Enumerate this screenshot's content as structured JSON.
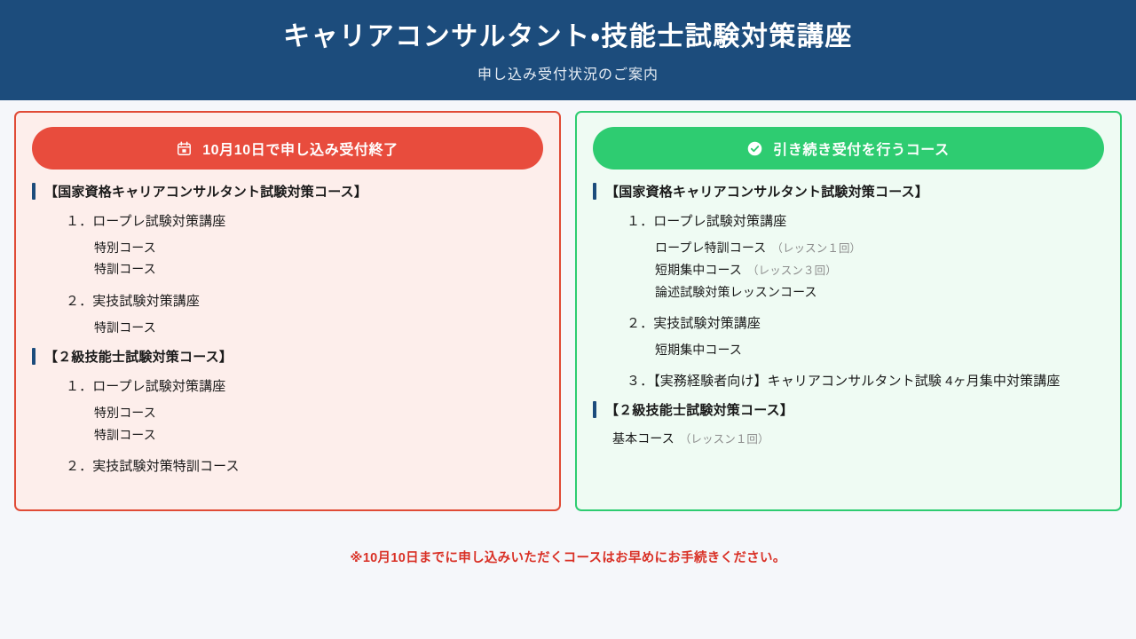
{
  "header": {
    "title": "キャリアコンサルタント・技能士試験対策講座",
    "subtitle": "申し込み受付状況のご案内"
  },
  "colors": {
    "header_bg": "#1c4c7c",
    "page_bg": "#f5f7fa",
    "closed_accent": "#e84c3d",
    "closed_panel_bg": "#fdeeeb",
    "open_accent": "#2ecc71",
    "open_panel_bg": "#effbf3",
    "section_bar": "#1c4c7c",
    "note_text": "#8d8d8d",
    "footer_text": "#d93025"
  },
  "panels": {
    "closed": {
      "badge": {
        "icon": "calendar-icon",
        "label": "10月10日で申し込み受付終了"
      },
      "sections": [
        {
          "title": "【国家資格キャリアコンサルタント試験対策コース】",
          "items": [
            {
              "label": "１．ロープレ試験対策講座",
              "subs": [
                {
                  "name": "特別コース",
                  "note": ""
                },
                {
                  "name": "特訓コース",
                  "note": ""
                }
              ]
            },
            {
              "label": "２．実技試験対策講座",
              "subs": [
                {
                  "name": "特訓コース",
                  "note": ""
                }
              ]
            }
          ]
        },
        {
          "title": "【２級技能士試験対策コース】",
          "items": [
            {
              "label": "１．ロープレ試験対策講座",
              "subs": [
                {
                  "name": "特別コース",
                  "note": ""
                },
                {
                  "name": "特訓コース",
                  "note": ""
                }
              ]
            },
            {
              "label": "２．実技試験対策特訓コース",
              "subs": []
            }
          ]
        }
      ]
    },
    "open": {
      "badge": {
        "icon": "check-circle-icon",
        "label": "引き続き受付を行うコース"
      },
      "sections": [
        {
          "title": "【国家資格キャリアコンサルタント試験対策コース】",
          "items": [
            {
              "label": "１．ロープレ試験対策講座",
              "subs": [
                {
                  "name": "ロープレ特訓コース",
                  "note": "（レッスン１回）"
                },
                {
                  "name": "短期集中コース",
                  "note": "（レッスン３回）"
                },
                {
                  "name": "論述試験対策レッスンコース",
                  "note": ""
                }
              ]
            },
            {
              "label": "２．実技試験対策講座",
              "subs": [
                {
                  "name": "短期集中コース",
                  "note": ""
                }
              ]
            },
            {
              "label": "３．【実務経験者向け】キャリアコンサルタント試験 4ヶ月集中対策講座",
              "subs": []
            }
          ]
        },
        {
          "title": "【２級技能士試験対策コース】",
          "items": [
            {
              "label": "基本コース",
              "note": "（レッスン１回）",
              "flush": true,
              "subs": []
            }
          ]
        }
      ]
    }
  },
  "footer": {
    "note": "※10月10日までに申し込みいただくコースはお早めにお手続きください。"
  }
}
